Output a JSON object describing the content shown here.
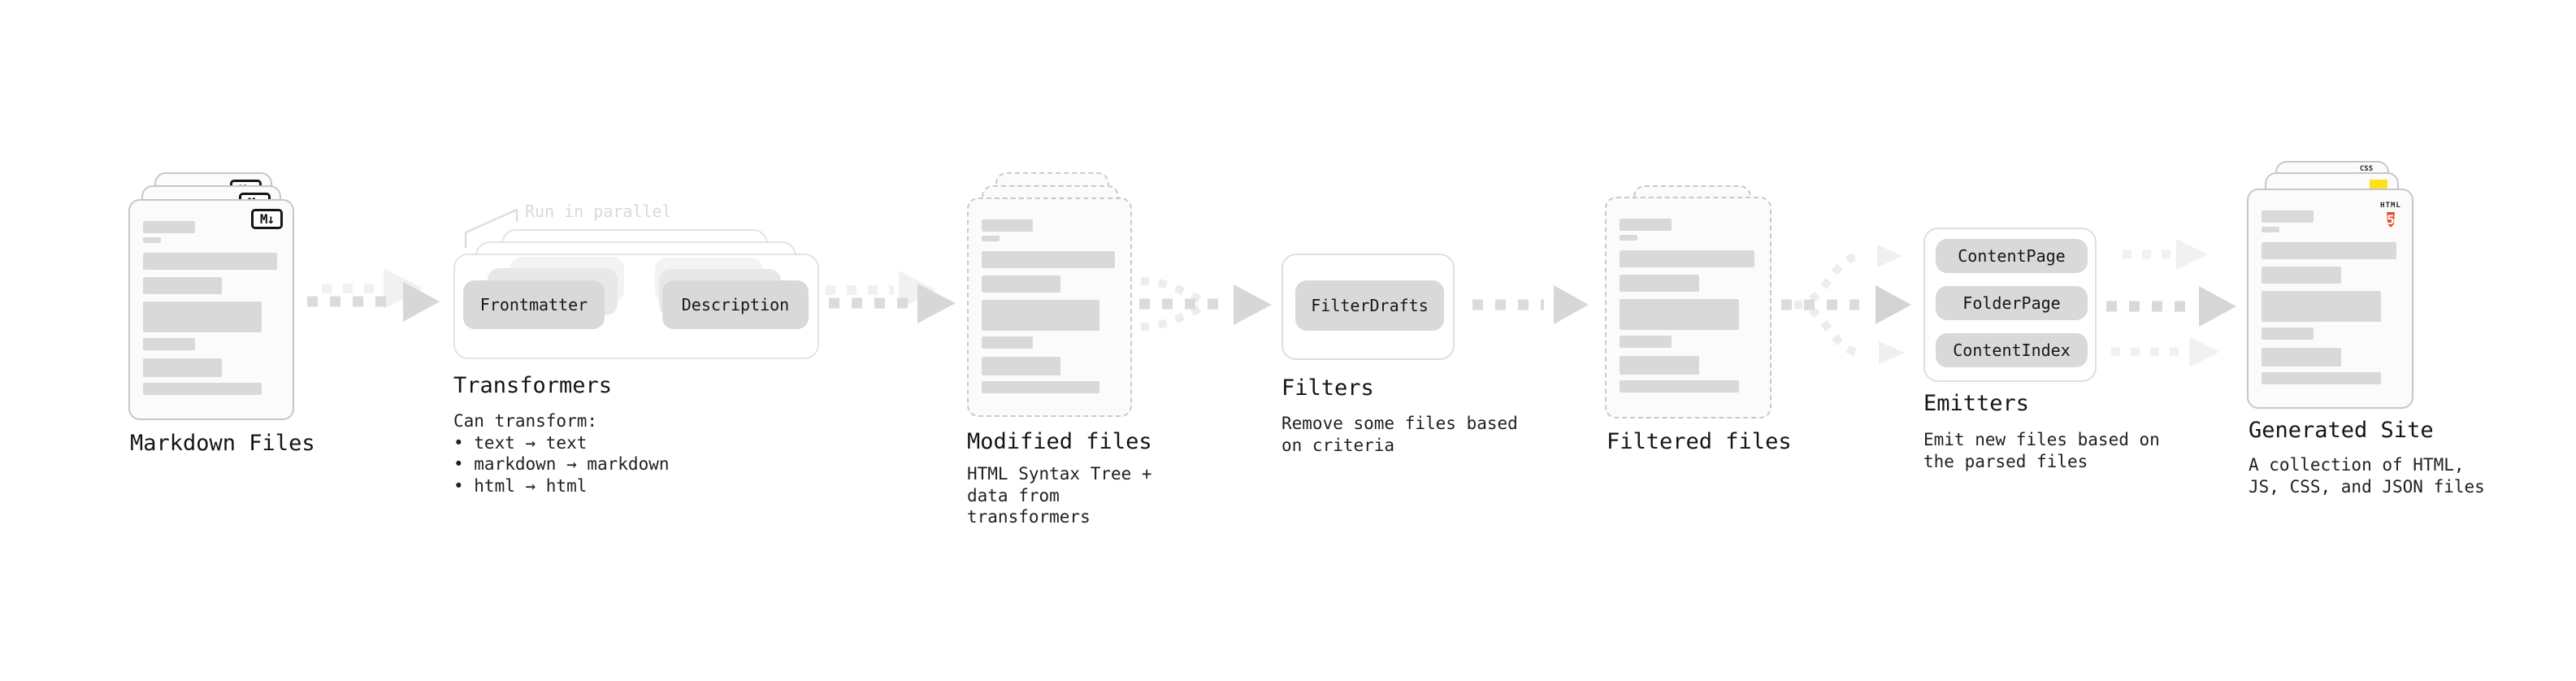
{
  "stages": {
    "markdown_files": {
      "label": "Markdown Files",
      "badge": "M↓"
    },
    "transformers": {
      "label": "Transformers",
      "note": "Run in parallel",
      "nodes": [
        "Frontmatter",
        "Description"
      ],
      "description": "Can transform:\n • text → text\n • markdown → markdown\n • html → html"
    },
    "modified_files": {
      "label": "Modified files",
      "description": "HTML Syntax Tree +\ndata from transformers"
    },
    "filters": {
      "label": "Filters",
      "nodes": [
        "FilterDrafts"
      ],
      "description": "Remove some files based\non criteria"
    },
    "filtered_files": {
      "label": "Filtered files"
    },
    "emitters": {
      "label": "Emitters",
      "nodes": [
        "ContentPage",
        "FolderPage",
        "ContentIndex"
      ],
      "description": "Emit new files based on\nthe parsed files"
    },
    "generated_site": {
      "label": "Generated Site",
      "description": "A collection of HTML,\nJS, CSS, and JSON files",
      "file_badges": {
        "css_label": "CSS",
        "html_label": "HTML",
        "html_number": "5"
      }
    }
  },
  "colors": {
    "skeleton_bar": "#d9d9d9",
    "node_bg": "#d9d9d9",
    "arrow_main": "#d9d9d9",
    "arrow_faint": "#f1f1f1",
    "html5_orange": "#e44d26",
    "js_yellow": "#ffdf1e",
    "css_blue": "#2f6fed",
    "note_gray": "#d9d9d9"
  }
}
